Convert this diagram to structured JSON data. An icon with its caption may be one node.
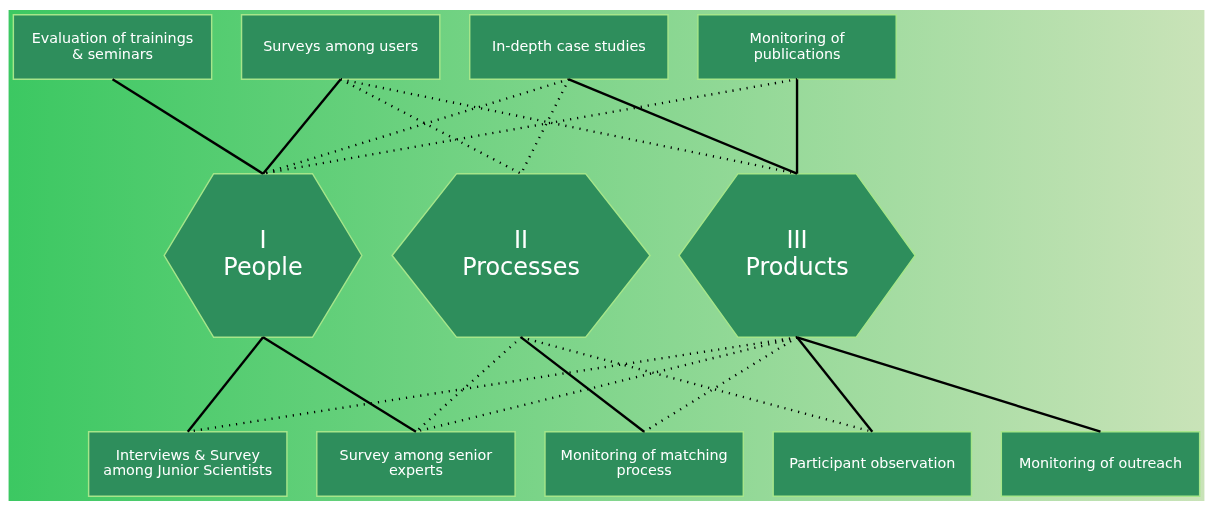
{
  "diagram": {
    "nodes": [
      {
        "text": [
          "Evaluation of trainings & seminars"
        ]
      },
      {
        "text": [
          "Surveys among users"
        ]
      },
      {
        "text": [
          "In-depth case studies"
        ]
      },
      {
        "text": [
          "Monitoring of publications"
        ]
      },
      {
        "text": [
          "I",
          "People"
        ]
      },
      {
        "text": [
          "II",
          "Processes"
        ]
      },
      {
        "text": [
          "III",
          "Products"
        ]
      },
      {
        "text": [
          "Interviews & Survey among Junior Scientists"
        ]
      },
      {
        "text": [
          "Survey among senior experts"
        ]
      },
      {
        "text": [
          "Monitoring of matching process"
        ]
      },
      {
        "text": [
          "Participant observation"
        ]
      },
      {
        "text": [
          "Monitoring of outreach"
        ]
      }
    ],
    "edges": [
      {
        "from": 0,
        "to": 4,
        "arrow": "none"
      },
      {
        "from": 1,
        "to": 4,
        "arrow": "none"
      },
      {
        "from": 1,
        "to": 5,
        "arrow": "none",
        "style": "dashed"
      },
      {
        "from": 1,
        "to": 6,
        "arrow": "none",
        "style": "dashed"
      },
      {
        "from": 2,
        "to": 4,
        "arrow": "none",
        "style": "dashed"
      },
      {
        "from": 2,
        "to": 5,
        "arrow": "none",
        "style": "dashed"
      },
      {
        "from": 2,
        "to": 6,
        "arrow": "none"
      },
      {
        "from": 3,
        "to": 4,
        "arrow": "none",
        "style": "dashed"
      },
      {
        "from": 3,
        "to": 6,
        "arrow": "none"
      },
      {
        "from": 4,
        "to": 7,
        "arrow": "none"
      },
      {
        "from": 4,
        "to": 8,
        "arrow": "none"
      },
      {
        "from": 5,
        "to": 8,
        "arrow": "none",
        "style": "dashed"
      },
      {
        "from": 5,
        "to": 9,
        "arrow": "none"
      },
      {
        "from": 5,
        "to": 10,
        "arrow": "none",
        "style": "dashed"
      },
      {
        "from": 6,
        "to": 7,
        "arrow": "none",
        "style": "dashed"
      },
      {
        "from": 6,
        "to": 8,
        "arrow": "none",
        "style": "dashed"
      },
      {
        "from": 6,
        "to": 9,
        "arrow": "none",
        "style": "dashed"
      },
      {
        "from": 6,
        "to": 10,
        "arrow": "none"
      },
      {
        "from": 6,
        "to": 11,
        "arrow": "none"
      }
    ]
  }
}
